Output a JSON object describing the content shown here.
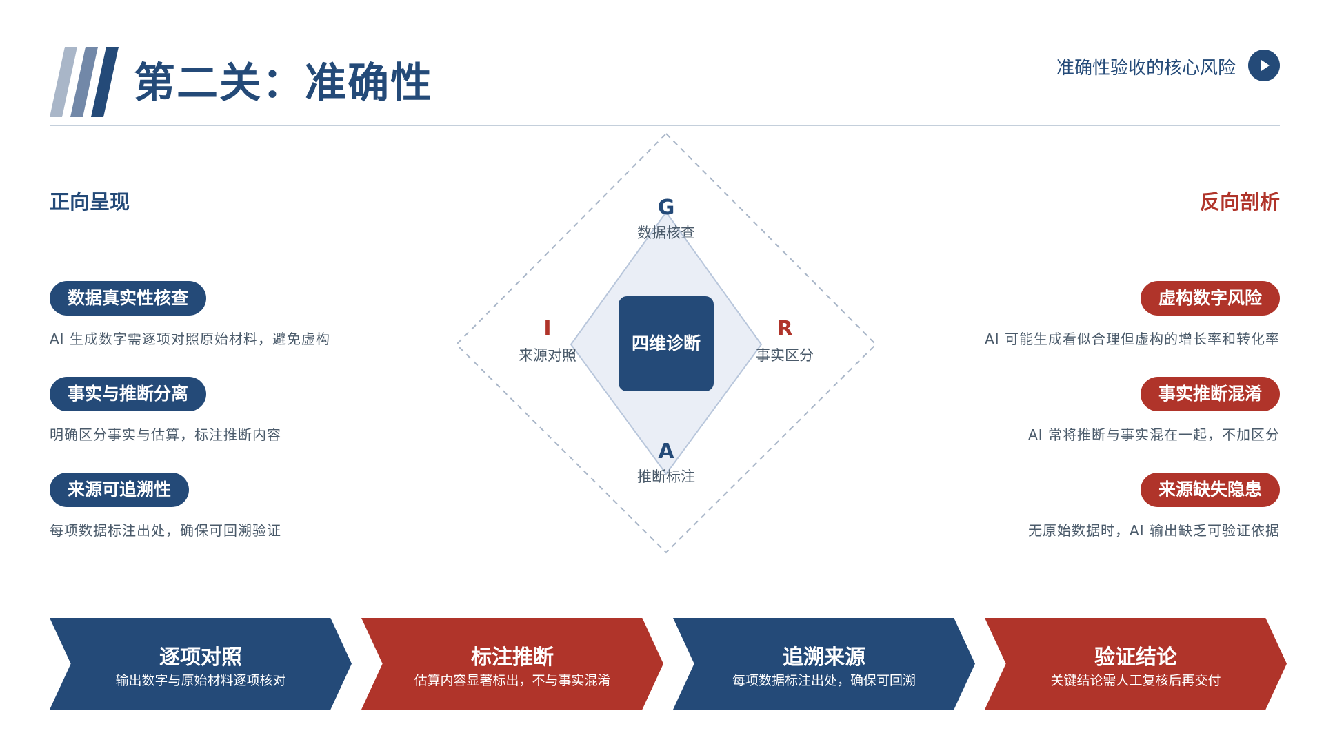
{
  "header": {
    "title": "第二关：准确性",
    "subtitle": "准确性验收的核心风险",
    "play_icon": "play-circle-icon"
  },
  "colors": {
    "navy": "#244a78",
    "red": "#b0342a",
    "light_fill": "#eaeef6",
    "stripe_light": "#a9b6c8",
    "stripe_mid": "#7288a8"
  },
  "left": {
    "title": "正向呈现",
    "items": [
      {
        "label": "数据真实性核查",
        "desc": "AI 生成数字需逐项对照原始材料，避免虚构"
      },
      {
        "label": "事实与推断分离",
        "desc": "明确区分事实与估算，标注推断内容"
      },
      {
        "label": "来源可追溯性",
        "desc": "每项数据标注出处，确保可回溯验证"
      }
    ]
  },
  "right": {
    "title": "反向剖析",
    "items": [
      {
        "label": "虚构数字风险",
        "desc": "AI 可能生成看似合理但虚构的增长率和转化率"
      },
      {
        "label": "事实推断混淆",
        "desc": "AI 常将推断与事实混在一起，不加区分"
      },
      {
        "label": "来源缺失隐患",
        "desc": "无原始数据时，AI 输出缺乏可验证依据"
      }
    ]
  },
  "diagram": {
    "center": "四维诊断",
    "top": {
      "letter": "G",
      "label": "数据核查"
    },
    "left": {
      "letter": "I",
      "label": "来源对照"
    },
    "right": {
      "letter": "R",
      "label": "事实区分"
    },
    "bottom": {
      "letter": "A",
      "label": "推断标注"
    }
  },
  "steps": [
    {
      "title": "逐项对照",
      "desc": "输出数字与原始材料逐项核对"
    },
    {
      "title": "标注推断",
      "desc": "估算内容显著标出，不与事实混淆"
    },
    {
      "title": "追溯来源",
      "desc": "每项数据标注出处，确保可回溯"
    },
    {
      "title": "验证结论",
      "desc": "关键结论需人工复核后再交付"
    }
  ]
}
